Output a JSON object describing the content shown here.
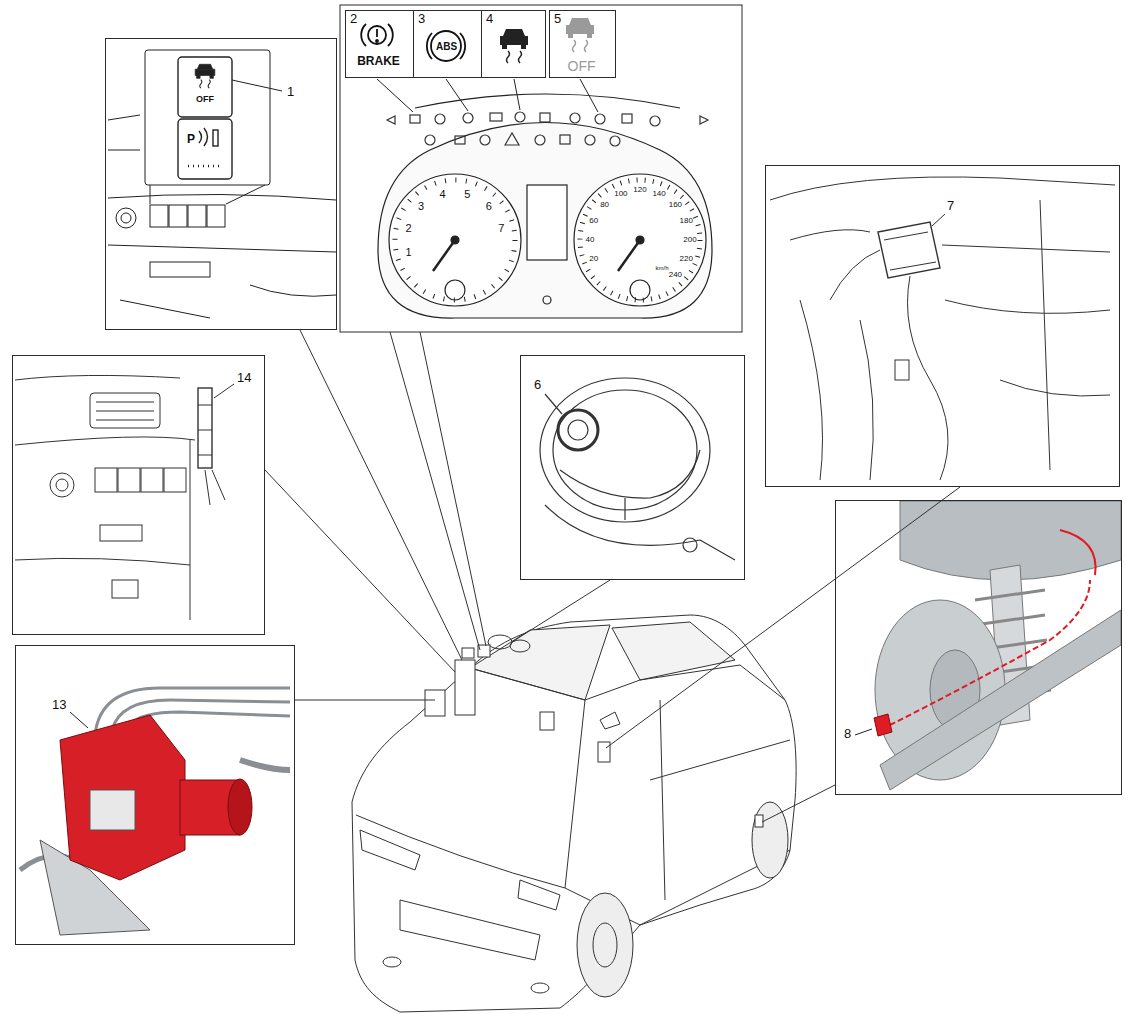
{
  "diagram": {
    "nodes": [
      {
        "text": [
          "1"
        ]
      },
      {
        "text": [
          "2",
          "BRAKE"
        ]
      },
      {
        "text": [
          "3",
          "ABS"
        ]
      },
      {
        "text": [
          "4"
        ]
      },
      {
        "text": [
          "5",
          "OFF"
        ]
      },
      {
        "text": [
          "7"
        ]
      },
      {
        "text": [
          "14"
        ]
      },
      {
        "text": [
          "6"
        ]
      },
      {
        "text": [
          "8"
        ]
      },
      {
        "text": [
          "13"
        ]
      }
    ],
    "labels": [
      "OFF",
      "P",
      "1",
      "2",
      "3",
      "4",
      "5",
      "6",
      "7",
      "20",
      "40",
      "60",
      "80",
      "100",
      "120",
      "140",
      "160",
      "180",
      "200",
      "220",
      "240",
      "km/h"
    ]
  }
}
